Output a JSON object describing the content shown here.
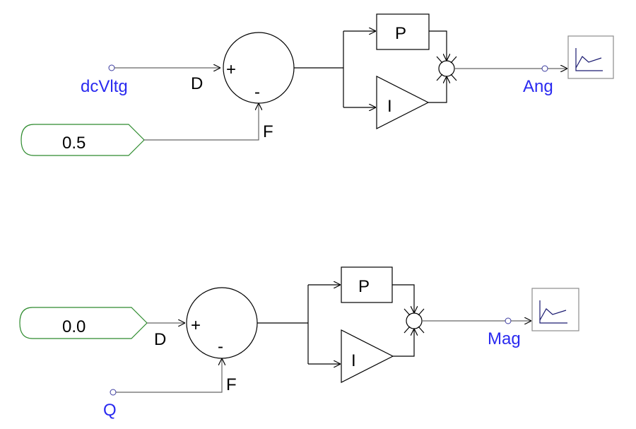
{
  "loops": [
    {
      "input_signal": "dcVltg",
      "reference_constant": "0.5",
      "sum_input_label": "D",
      "feedback_label": "F",
      "plus_sign": "+",
      "minus_sign": "-",
      "proportional_label": "P",
      "integral_label": "I",
      "output_signal": "Ang"
    },
    {
      "input_constant": "0.0",
      "feedback_signal": "Q",
      "sum_input_label": "D",
      "feedback_label": "F",
      "plus_sign": "+",
      "minus_sign": "-",
      "proportional_label": "P",
      "integral_label": "I",
      "output_signal": "Mag"
    }
  ],
  "colors": {
    "signal_label": "#2a2af0",
    "constant_border": "#2e8b2e",
    "wire": "#000000"
  },
  "icons": [
    "graph-meter-icon",
    "graph-meter-icon"
  ]
}
